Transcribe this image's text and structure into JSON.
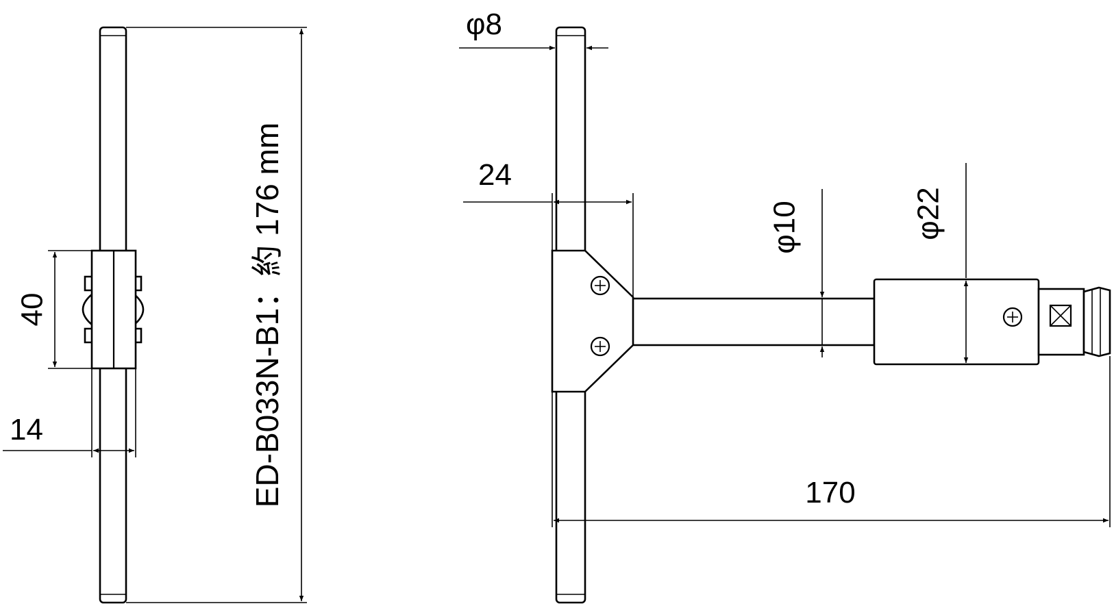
{
  "side_view": {
    "dim_height": "40",
    "dim_width": "14",
    "model_label": "ED-B033N-B1：約 176 mm"
  },
  "front_view": {
    "dim_element_diameter": "φ8",
    "dim_hub_width": "24",
    "dim_cable_diameter": "φ10",
    "dim_connector_diameter": "φ22",
    "dim_overall_length": "170"
  },
  "colors": {
    "line": "#000000",
    "background": "#ffffff"
  }
}
